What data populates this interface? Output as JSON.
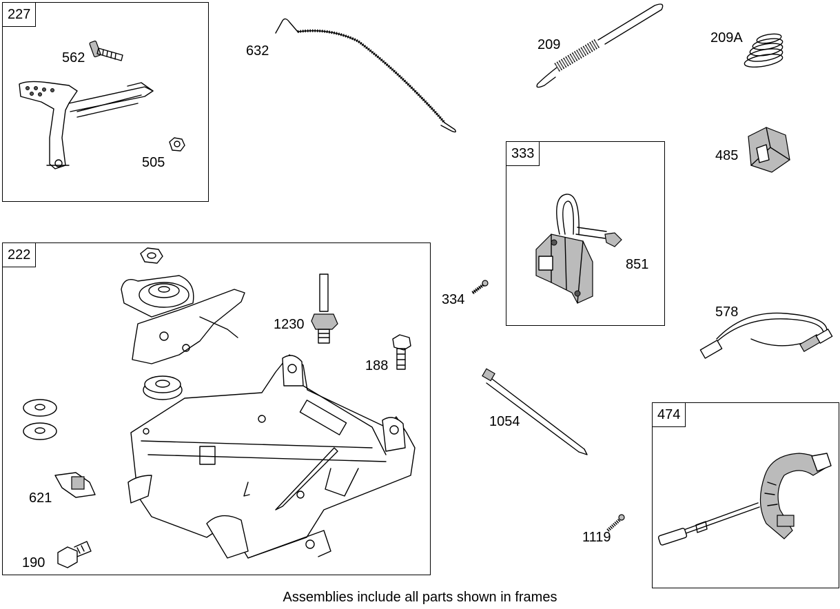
{
  "frames": {
    "f227": "227",
    "f222": "222",
    "f333": "333",
    "f474": "474"
  },
  "labels": {
    "l562": "562",
    "l505": "505",
    "l632": "632",
    "l209": "209",
    "l209a": "209A",
    "l485": "485",
    "l851": "851",
    "l334": "334",
    "l578": "578",
    "l1230": "1230",
    "l188": "188",
    "l621": "621",
    "l190": "190",
    "l1054": "1054",
    "l1119": "1119"
  },
  "caption": "Assemblies include all parts shown in frames"
}
